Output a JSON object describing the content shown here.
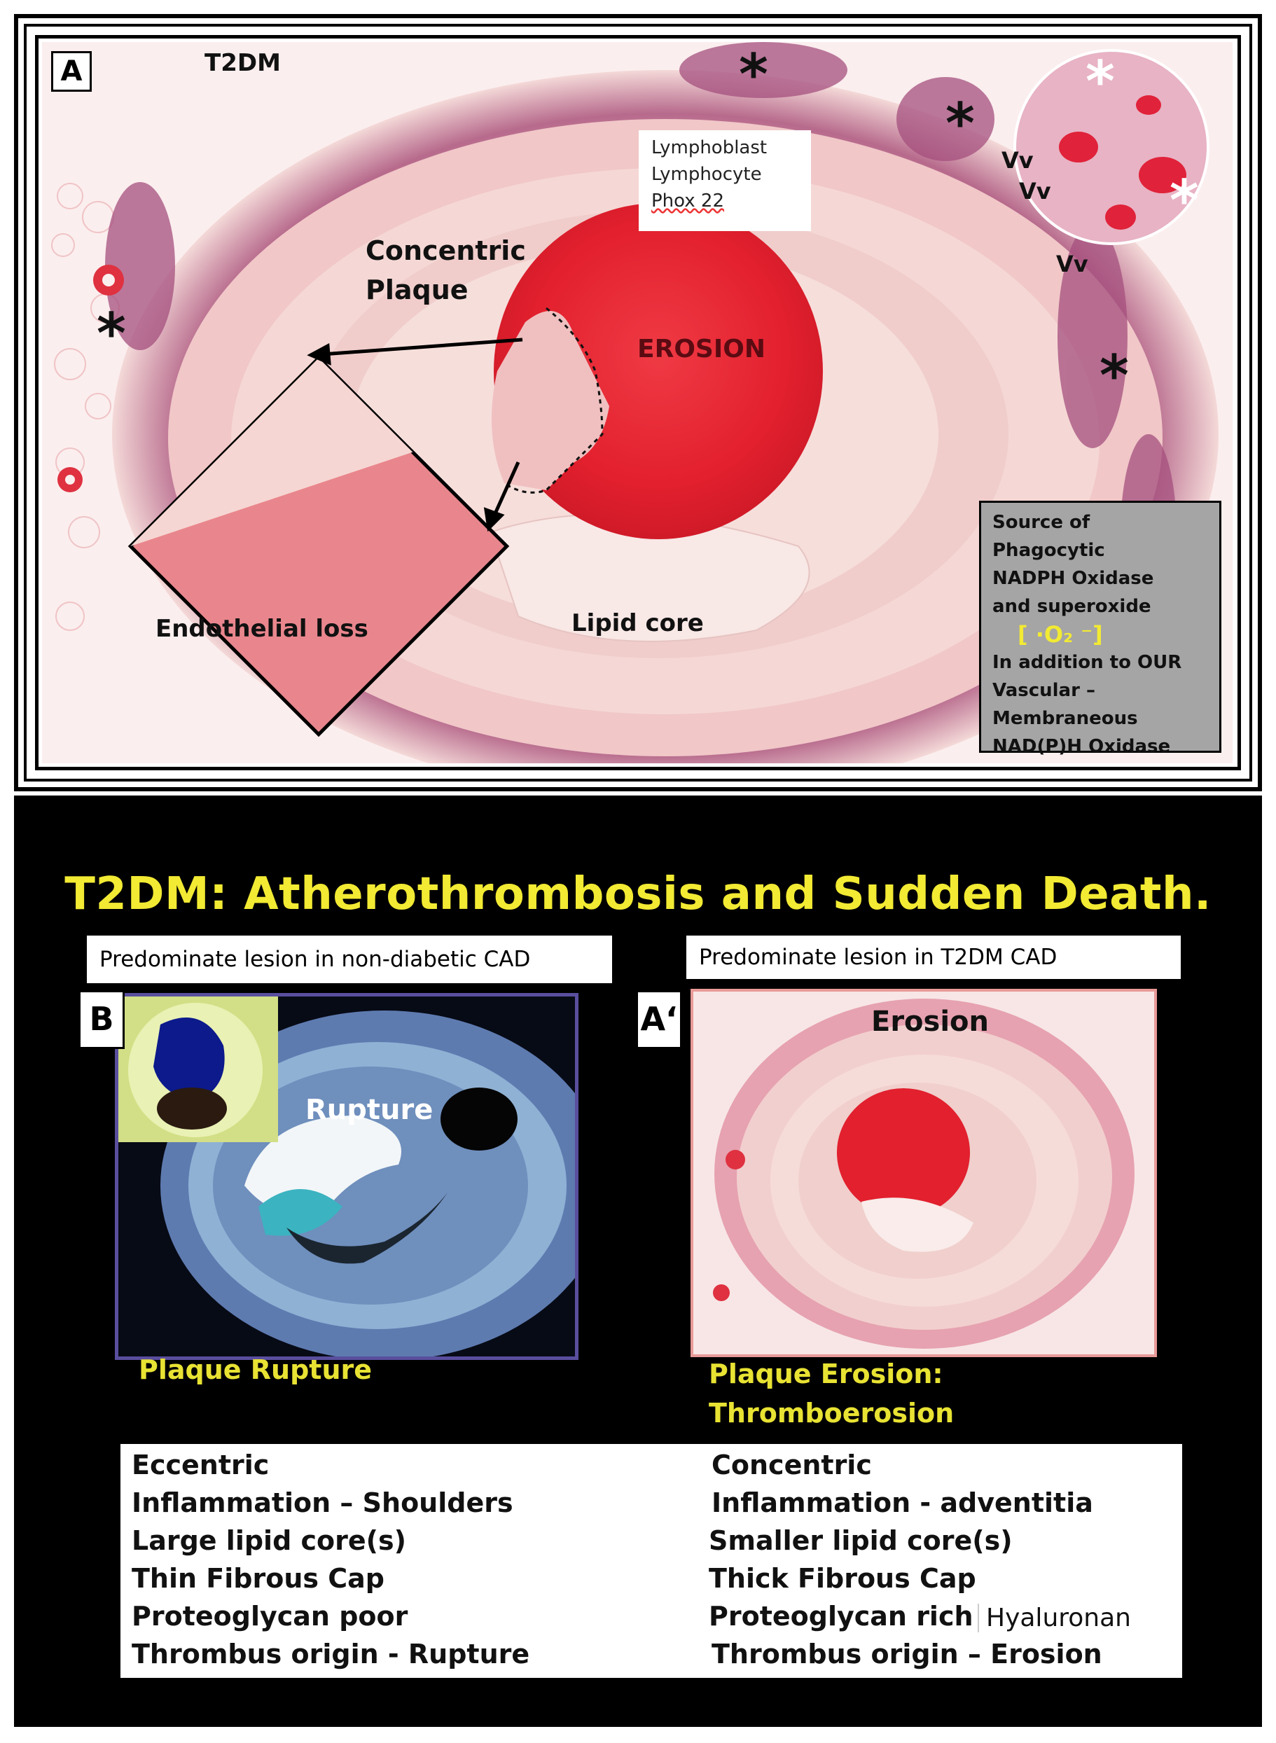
{
  "panel_a": {
    "letter": "A",
    "condition": "T2DM",
    "box_lines": [
      "Lymphoblast",
      "Lymphocyte",
      "Phox 22"
    ],
    "vv_labels": [
      "Vv",
      "Vv",
      "Vv"
    ],
    "asterisk": "*",
    "concentric_line1": "Concentric",
    "concentric_line2": "Plaque",
    "erosion_label": "EROSION",
    "endothelial_label": "Endothelial loss",
    "lipid_label": "Lipid core",
    "source_box": {
      "line1": "Source of Phagocytic",
      "line2": "NADPH Oxidase",
      "line3": "and superoxide",
      "superoxide": "[ ·O₂ ⁻]",
      "line4": "In addition to OUR",
      "line5": "Vascular –",
      "line6": "Membraneous",
      "line7": "NAD(P)H Oxidase"
    }
  },
  "bottom": {
    "title": "T2DM: Atherothrombosis and Sudden Death.",
    "left_header": "Predominate lesion in non-diabetic CAD",
    "right_header": "Predominate lesion in T2DM CAD",
    "left_letter": "B",
    "right_letter": "A‘",
    "rupture_label": "Rupture",
    "erosion_label": "Erosion",
    "left_caption": "Plaque Rupture",
    "right_caption_line1": "Plaque Erosion:",
    "right_caption_line2": "Thromboerosion",
    "left_features": [
      "Eccentric",
      "Inflammation – Shoulders",
      "Large lipid core(s)",
      "Thin Fibrous Cap",
      "Proteoglycan poor",
      "Thrombus origin - Rupture"
    ],
    "right_features": [
      "Concentric",
      "Inflammation - adventitia",
      "Smaller lipid core(s)",
      "Thick Fibrous Cap",
      "Proteoglycan rich",
      "Thrombus origin – Erosion"
    ],
    "hyaluronan": "Hyaluronan"
  },
  "colors": {
    "title_yellow": "#f2ea33",
    "caption_yellow": "#e8e233",
    "tissue_pink": "#f3c9c8",
    "thrombus_red": "#e5202d",
    "rupture_frame": "#5a4e9e",
    "erosion_frame": "#e89a98"
  }
}
